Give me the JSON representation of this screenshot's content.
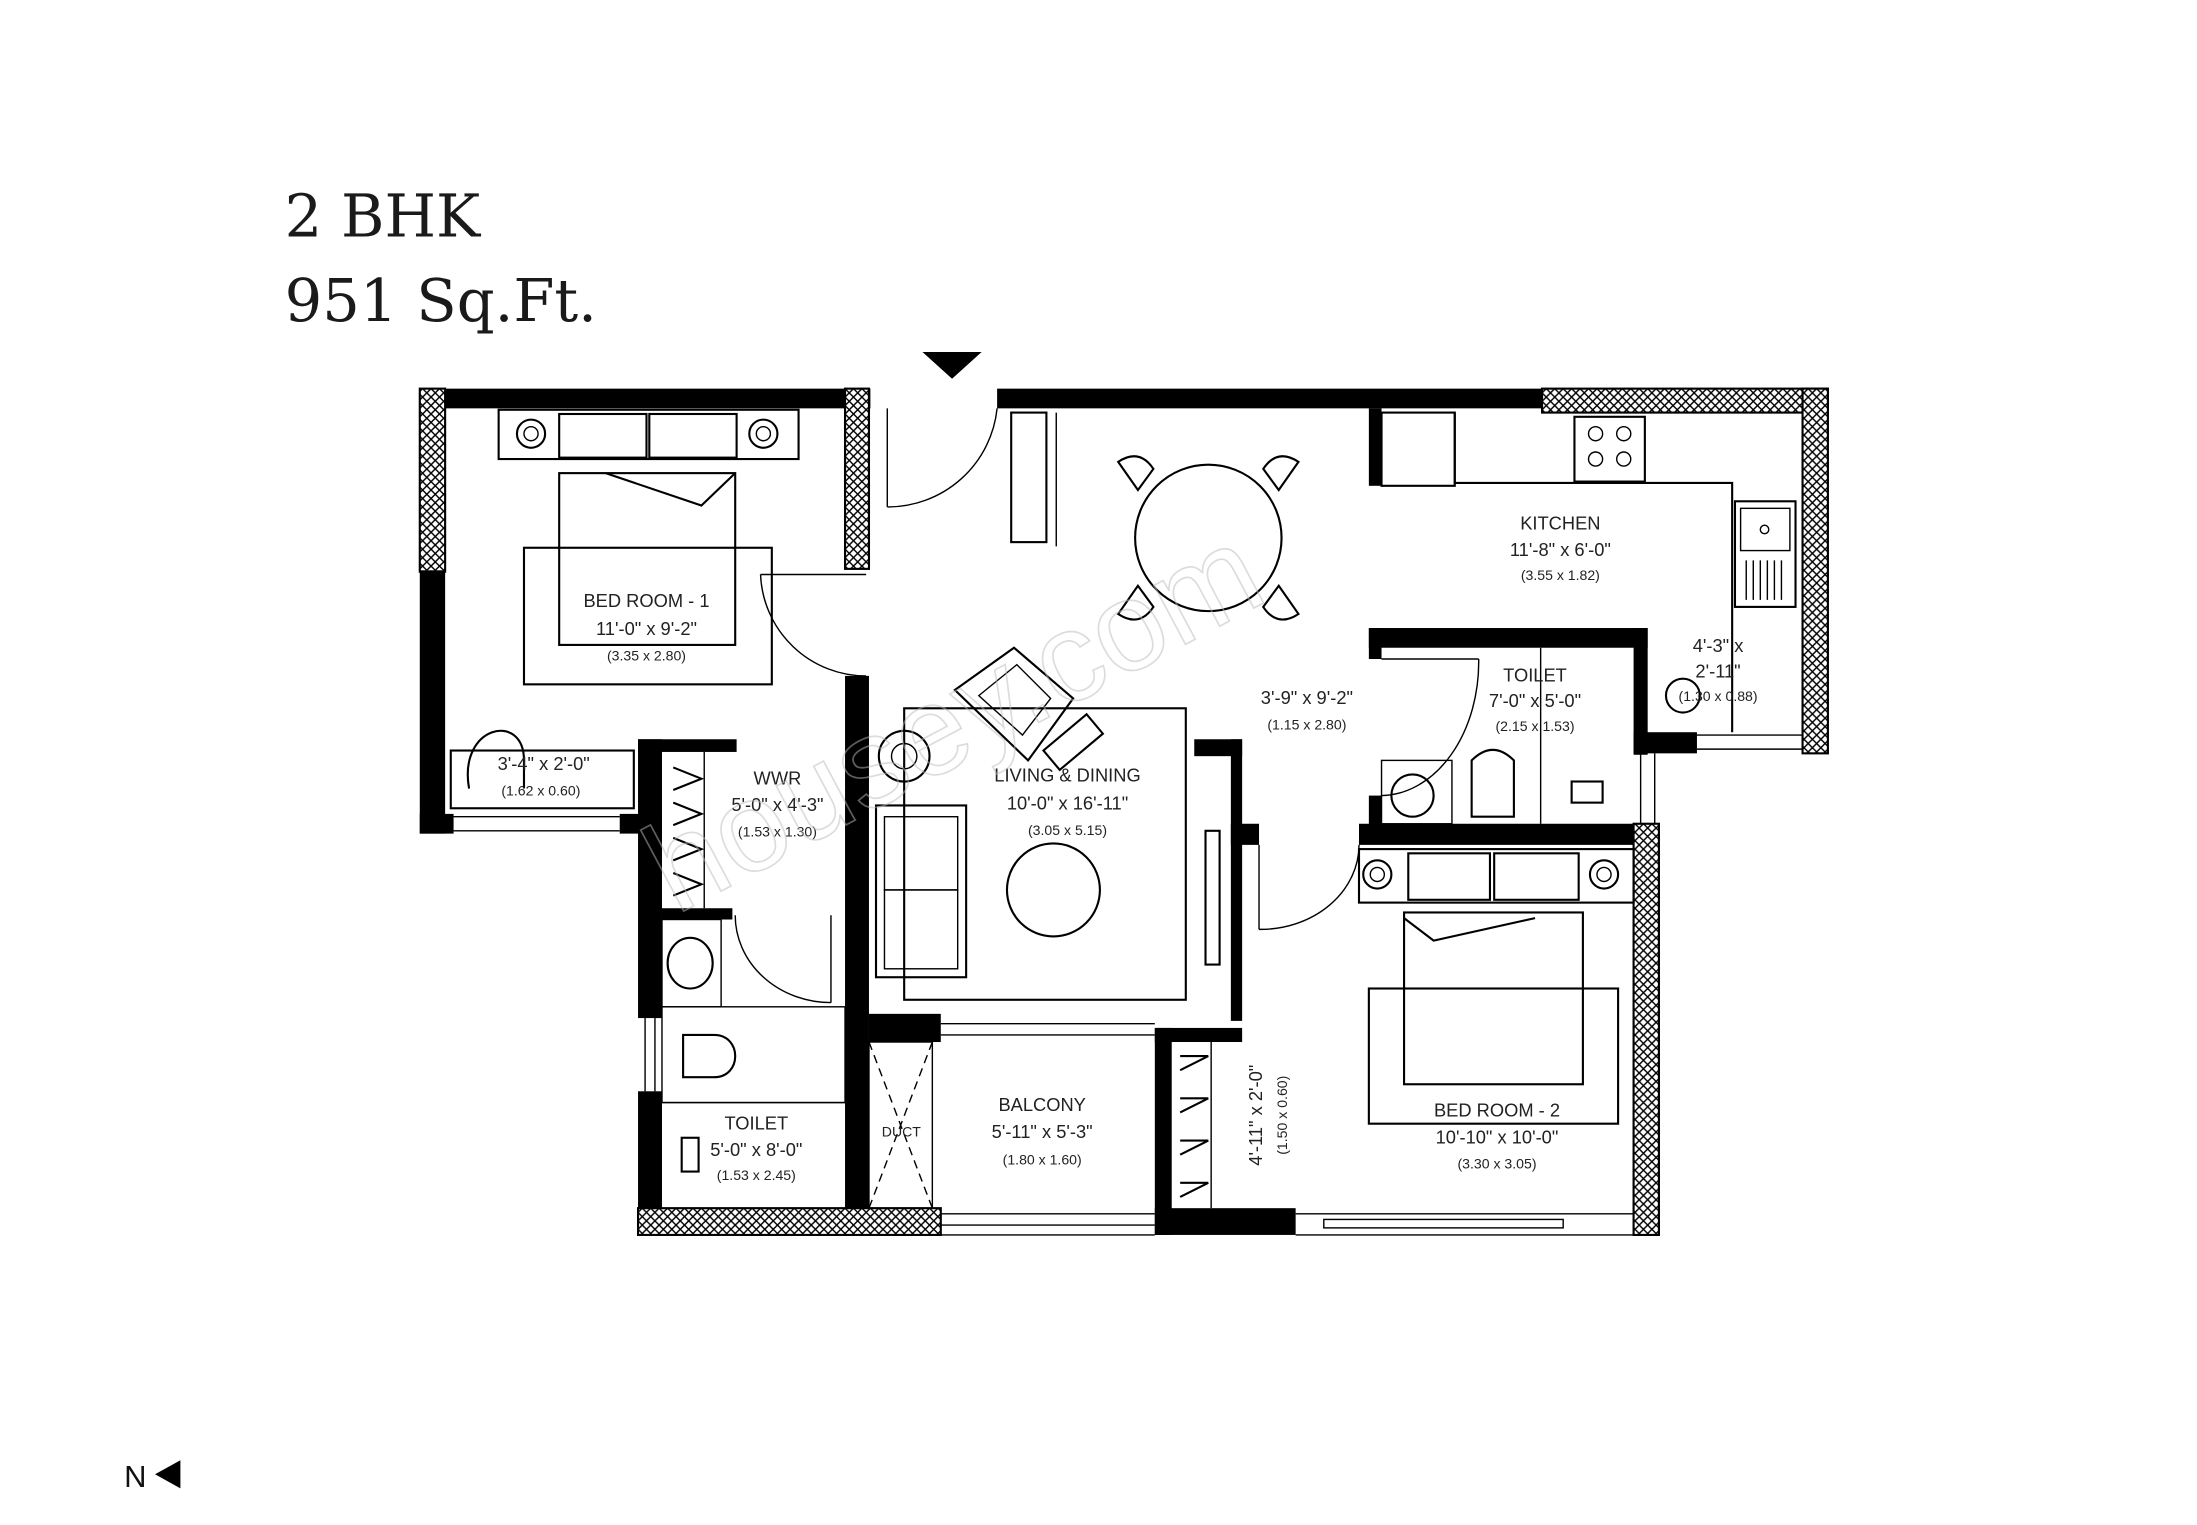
{
  "header": {
    "unit_type": "2 BHK",
    "area": "951 Sq.Ft."
  },
  "rooms": {
    "bedroom1": {
      "name": "BED ROOM - 1",
      "dim": "11'-0\" x 9'-2\"",
      "metric": "(3.35 x 2.80)"
    },
    "bed1_wardrobe": {
      "dim": "3'-4\" x 2'-0\"",
      "metric": "(1.62 x 0.60)"
    },
    "wwr": {
      "name": "WWR",
      "dim": "5'-0\" x 4'-3\"",
      "metric": "(1.53 x 1.30)"
    },
    "living": {
      "name": "LIVING & DINING",
      "dim": "10'-0\" x 16'-11\"",
      "metric": "(3.05 x 5.15)"
    },
    "passage": {
      "dim": "3'-9\" x 9'-2\"",
      "metric": "(1.15 x 2.80)"
    },
    "kitchen": {
      "name": "KITCHEN",
      "dim": "11'-8\" x 6'-0\"",
      "metric": "(3.55 x 1.82)"
    },
    "toilet2": {
      "name": "TOILET",
      "dim": "7'-0\" x 5'-0\"",
      "metric": "(2.15 x 1.53)"
    },
    "utility": {
      "dim_line1": "4'-3\" x",
      "dim_line2": "2'-11\"",
      "metric": "(1.30 x 0.88)"
    },
    "toilet1": {
      "name": "TOILET",
      "dim": "5'-0\" x 8'-0\"",
      "metric": "(1.53 x 2.45)"
    },
    "duct": {
      "name": "DUCT"
    },
    "balcony": {
      "name": "BALCONY",
      "dim": "5'-11\" x 5'-3\"",
      "metric": "(1.80 x 1.60)"
    },
    "bed2_wardrobe": {
      "dim": "4'-11\" x 2'-0\"",
      "metric": "(1.50 x 0.60)"
    },
    "bedroom2": {
      "name": "BED ROOM - 2",
      "dim": "10'-10\" x 10'-0\"",
      "metric": "(3.30 x 3.05)"
    }
  },
  "compass": {
    "label": "N",
    "icon": "north-arrow-icon"
  },
  "entry": {
    "icon": "entry-arrow-icon"
  },
  "watermark": "housey.com"
}
